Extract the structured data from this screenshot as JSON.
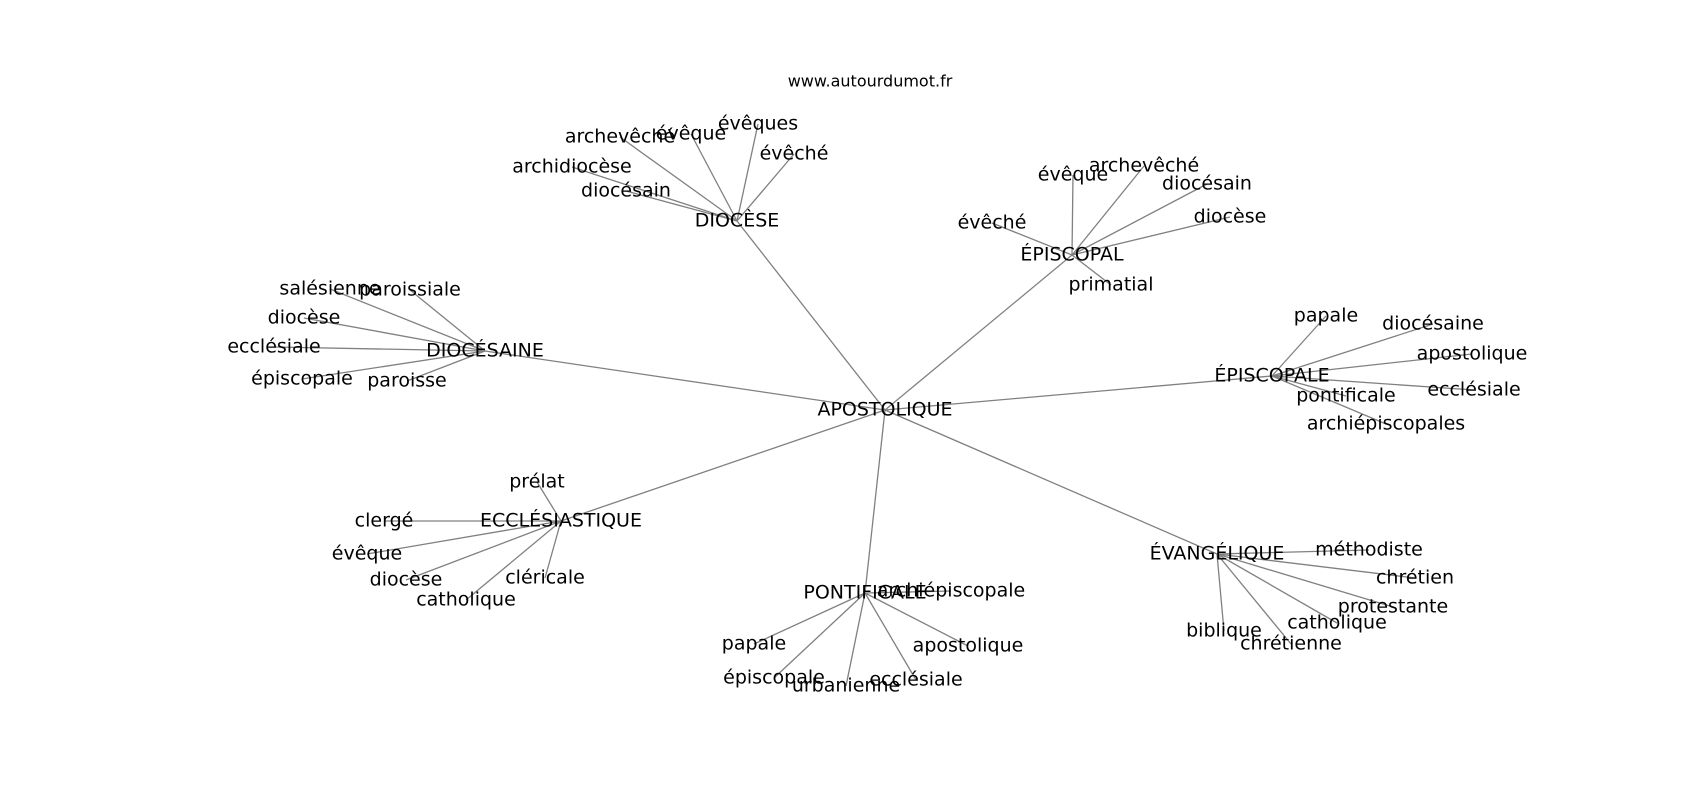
{
  "source_label": "www.autourdumot.fr",
  "colors": {
    "edge": "#808080",
    "text": "#000000",
    "background": "#ffffff"
  },
  "graph": {
    "center": "APOSTOLIQUE",
    "hubs": [
      {
        "label": "DIOCÈSE",
        "leaves": [
          "archevêché",
          "évêque",
          "évêques",
          "évêché",
          "archidiocèse",
          "diocésain"
        ]
      },
      {
        "label": "ÉPISCOPAL",
        "leaves": [
          "évêque",
          "archevêché",
          "diocésain",
          "diocèse",
          "évêché",
          "primatial"
        ]
      },
      {
        "label": "DIOCÉSAINE",
        "leaves": [
          "salésienne",
          "paroissiale",
          "diocèse",
          "ecclésiale",
          "épiscopale",
          "paroisse"
        ]
      },
      {
        "label": "ÉPISCOPALE",
        "leaves": [
          "papale",
          "diocésaine",
          "apostolique",
          "ecclésiale",
          "pontificale",
          "archiépiscopales"
        ]
      },
      {
        "label": "ECCLÉSIASTIQUE",
        "leaves": [
          "prélat",
          "clergé",
          "évêque",
          "diocèse",
          "catholique",
          "cléricale"
        ]
      },
      {
        "label": "PONTIFICALE",
        "leaves": [
          "archiépiscopale",
          "papale",
          "apostolique",
          "épiscopale",
          "urbanienne",
          "ecclésiale"
        ]
      },
      {
        "label": "ÉVANGÉLIQUE",
        "leaves": [
          "méthodiste",
          "chrétien",
          "protestante",
          "catholique",
          "biblique",
          "chrétienne"
        ]
      }
    ]
  }
}
